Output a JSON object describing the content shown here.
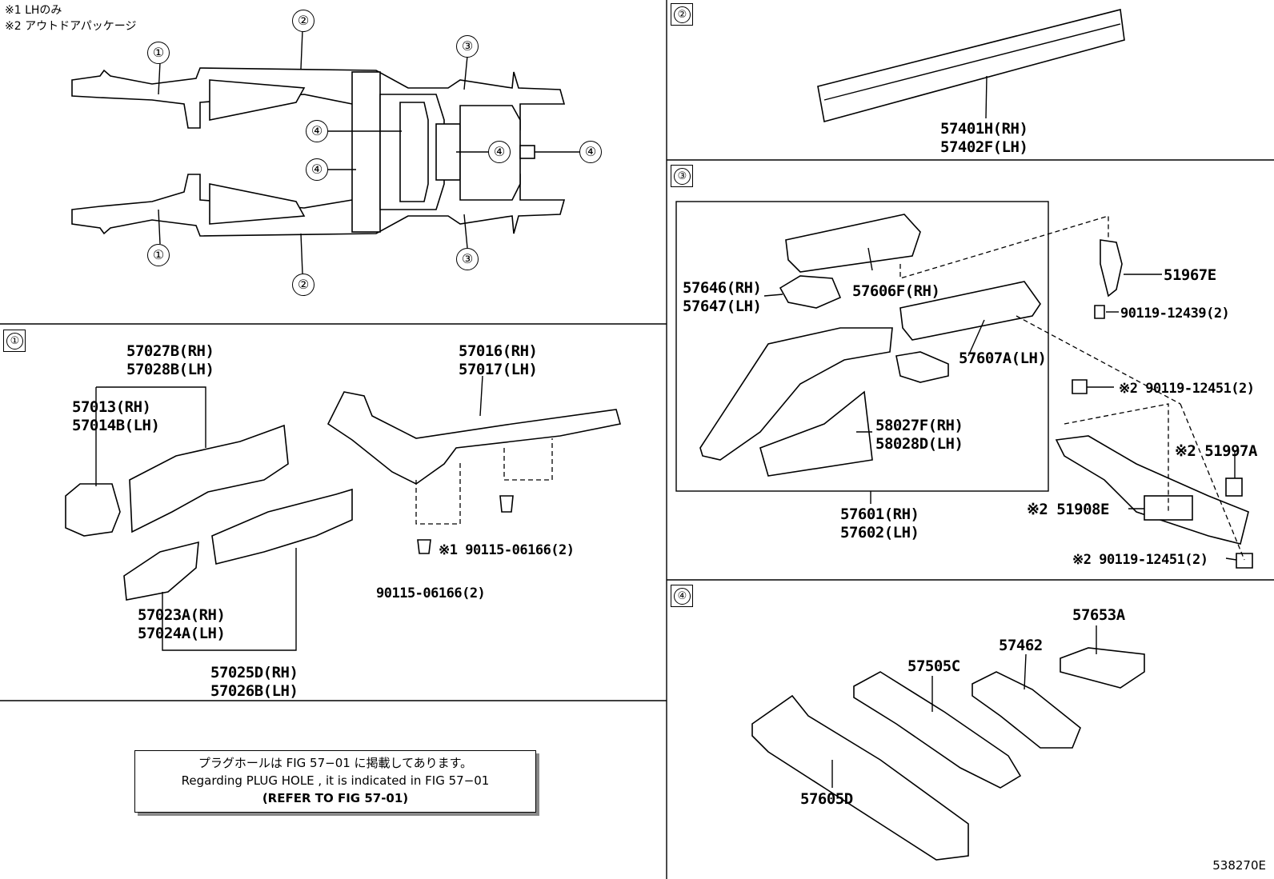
{
  "notes": {
    "n1": "※1 LHのみ",
    "n2": "※2 アウトドアパッケージ"
  },
  "overview_callouts": [
    "①",
    "②",
    "③",
    "④"
  ],
  "sections": {
    "s1": {
      "marker": "①",
      "labels": {
        "p57027": "57027B(RH)",
        "p57028": "57028B(LH)",
        "p57013": "57013(RH)",
        "p57014": "57014B(LH)",
        "p57016": "57016(RH)",
        "p57017": "57017(LH)",
        "p57023": "57023A(RH)",
        "p57024": "57024A(LH)",
        "p57025": "57025D(RH)",
        "p57026": "57026B(LH)",
        "bolt1": "※1 90115-06166(2)",
        "bolt2": "90115-06166(2)"
      }
    },
    "s2": {
      "marker": "②",
      "labels": {
        "p57401": "57401H(RH)",
        "p57402": "57402F(LH)"
      }
    },
    "s3": {
      "marker": "③",
      "labels": {
        "p57646": "57646(RH)",
        "p57647": "57647(LH)",
        "p57606": "57606F(RH)",
        "p57607": "57607A(LH)",
        "p58027": "58027F(RH)",
        "p58028": "58028D(LH)",
        "p57601": "57601(RH)",
        "p57602": "57602(LH)",
        "p51967": "51967E",
        "b12439": "90119-12439(2)",
        "b12451a": "※2 90119-12451(2)",
        "p51997": "※2 51997A",
        "p51908": "※2 51908E",
        "b12451b": "※2 90119-12451(2)"
      }
    },
    "s4": {
      "marker": "④",
      "labels": {
        "p57653": "57653A",
        "p57462": "57462",
        "p57505": "57505C",
        "p57605": "57605D"
      }
    }
  },
  "plug_note": {
    "line1": "プラグホールは FIG 57−01 に掲載してあります。",
    "line2": "Regarding PLUG HOLE , it is indicated in FIG 57−01",
    "line3": "(REFER TO FIG 57-01)"
  },
  "figure_ref": "538270E"
}
